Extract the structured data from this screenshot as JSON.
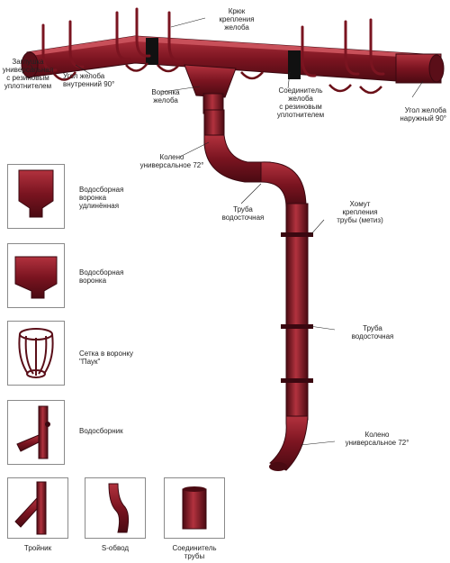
{
  "colors": {
    "pipe": "#7a1420",
    "pipe_dark": "#4a0a12",
    "pipe_light": "#b2323e",
    "border": "#8a8a8a"
  },
  "labels": {
    "hook": "Крюк\nкрепления\nжелоба",
    "end_cap": "Заглушка\nуниверсальная\nс резиновым\nуплотнителем",
    "inner_corner": "Угол желоба\nвнутренний 90°",
    "funnel": "Воронка\nжелоба",
    "connector": "Соединитель\nжелоба\nс резиновым\nуплотнителем",
    "outer_corner": "Угол желоба\nнаружный 90°",
    "elbow_top": "Колено\nуниверсальное 72°",
    "pipe_upper": "Труба\nводосточная",
    "clamp": "Хомут\nкрепления\nтрубы (метиз)",
    "pipe_main": "Труба\nводосточная",
    "elbow_bottom": "Колено\nуниверсальное 72°"
  },
  "catalog": {
    "long_funnel": "Водосборная\nворонка\nудлинённая",
    "funnel": "Водосборная\nворонка",
    "spider": "Сетка в воронку\n\"Паук\"",
    "collector": "Водосборник",
    "tee": "Тройник",
    "s_bend": "S-обвод",
    "pipe_connector": "Соединитель\nтрубы"
  }
}
